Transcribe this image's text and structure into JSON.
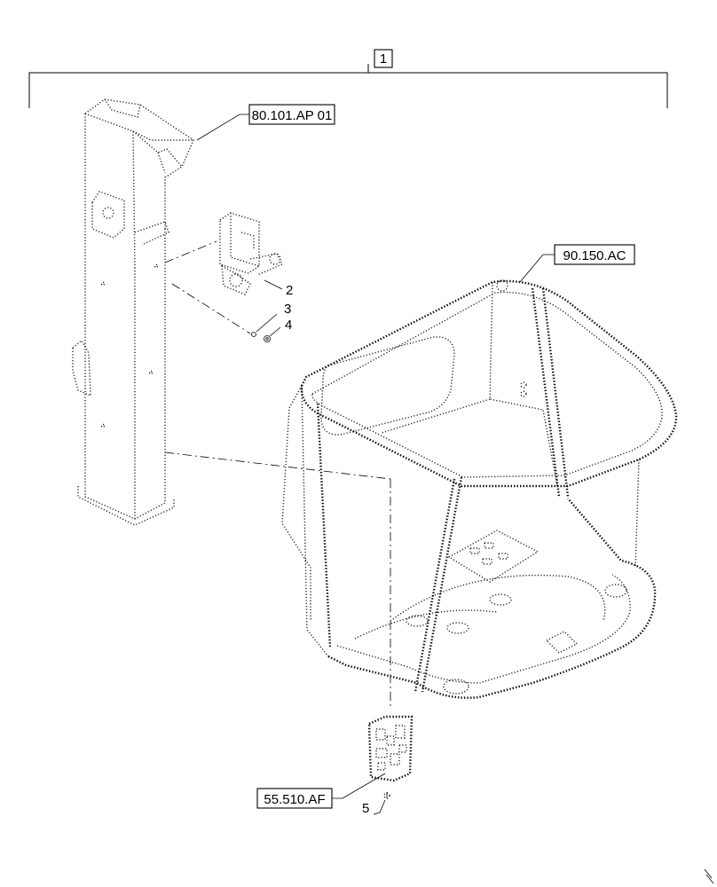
{
  "callouts": {
    "assembly": "1",
    "ref_column": "80.101.AP 01",
    "ref_cab": "90.150.AC",
    "ref_panel": "55.510.AF"
  },
  "items": [
    "2",
    "3",
    "4",
    "5"
  ]
}
